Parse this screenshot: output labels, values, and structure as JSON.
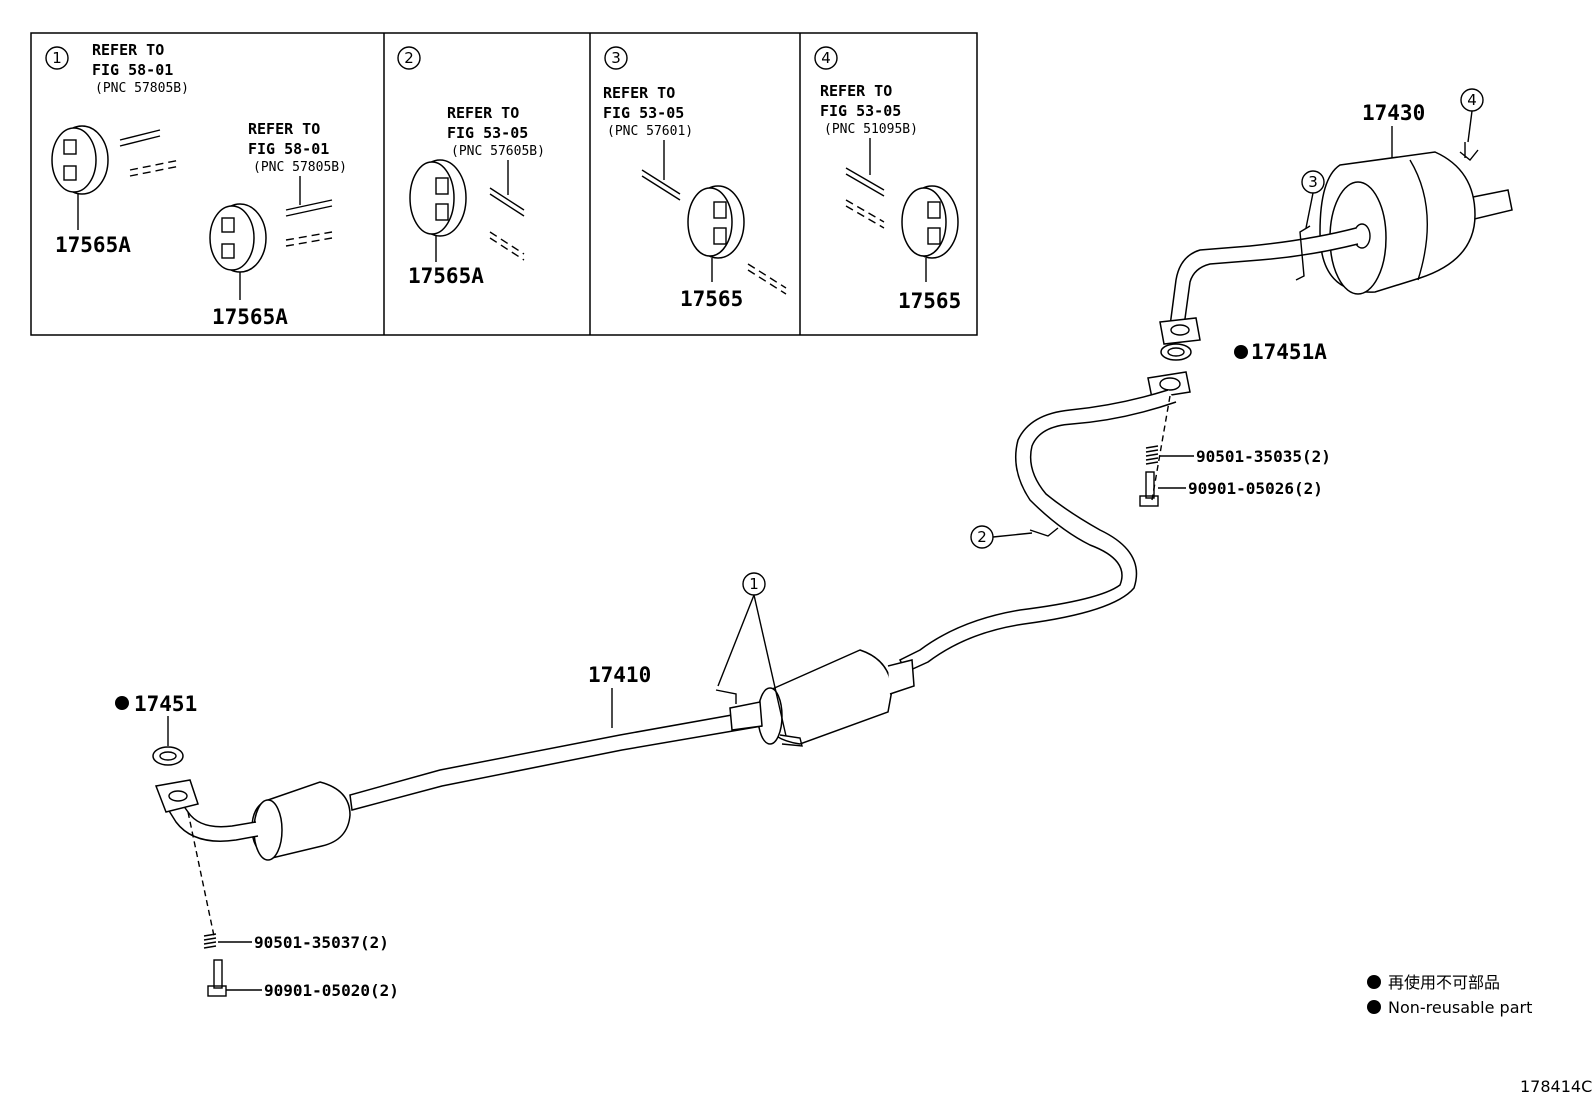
{
  "callout_panels": [
    {
      "number": "1",
      "refs": [
        {
          "line1": "REFER TO",
          "line2": "FIG 58-01",
          "line3": "(PNC 57805B)"
        },
        {
          "line1": "REFER TO",
          "line2": "FIG 58-01",
          "line3": "(PNC 57805B)"
        }
      ],
      "parts": [
        "17565A",
        "17565A"
      ]
    },
    {
      "number": "2",
      "refs": [
        {
          "line1": "REFER TO",
          "line2": "FIG 53-05",
          "line3": "(PNC 57605B)"
        }
      ],
      "parts": [
        "17565A"
      ]
    },
    {
      "number": "3",
      "refs": [
        {
          "line1": "REFER TO",
          "line2": "FIG 53-05",
          "line3": "(PNC 57601)"
        }
      ],
      "parts": [
        "17565"
      ]
    },
    {
      "number": "4",
      "refs": [
        {
          "line1": "REFER TO",
          "line2": "FIG 53-05",
          "line3": "(PNC 51095B)"
        }
      ],
      "parts": [
        "17565"
      ]
    }
  ],
  "main_parts": {
    "muffler": "17430",
    "front_pipe": "17410",
    "gasket_a": "17451A",
    "gasket": "17451"
  },
  "hardware": {
    "spring_rear": "90501-35035(2)",
    "bolt_rear": "90901-05026(2)",
    "spring_front": "90501-35037(2)",
    "bolt_front": "90901-05020(2)"
  },
  "callout_numbers": {
    "c1": "1",
    "c2": "2",
    "c3": "3",
    "c4": "4"
  },
  "legend": {
    "japanese": "再使用不可部品",
    "english": "Non-reusable part"
  },
  "illustration_id": "178414C"
}
